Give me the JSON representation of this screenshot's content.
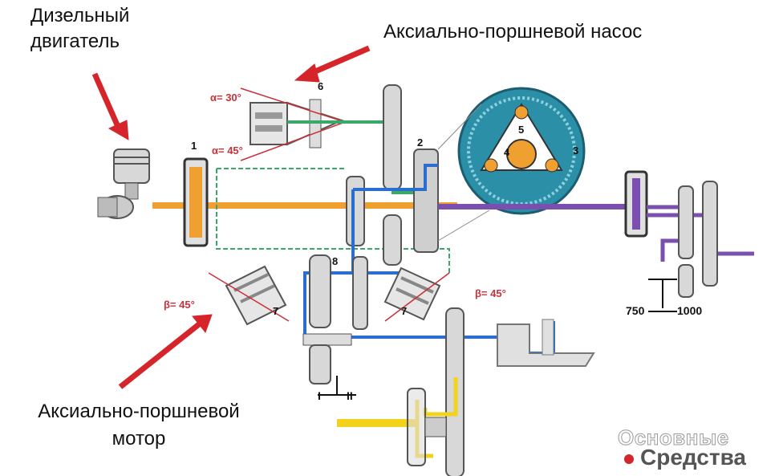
{
  "labels": {
    "diesel_engine": "Дизельный\nдвигатель",
    "axial_pump": "Аксиально-поршневой насос",
    "axial_motor": "Аксиально-поршневой\nмотор"
  },
  "part_numbers": [
    "1",
    "2",
    "3",
    "4",
    "5",
    "6",
    "7",
    "7",
    "8"
  ],
  "angles": {
    "alpha_30": "α= 30°",
    "alpha_45": "α= 45°",
    "beta_left": "β= 45°",
    "beta_right": "β= 45°"
  },
  "speed_ticks": {
    "low": "750",
    "high": "1000"
  },
  "gear_marks": {
    "one": "I",
    "two": "II"
  },
  "logo": {
    "top": "Основные",
    "bottom": "Средства"
  },
  "colors": {
    "orange": "#f0a030",
    "green": "#3aa868",
    "blue": "#2a6fd0",
    "purple": "#7a4fb0",
    "yellow": "#f2d21a",
    "red_arrow": "#d6242b",
    "angle_red": "#c8323a",
    "teal_disc": "#2c8fa8"
  },
  "icons": [
    "arrow-icon",
    "piston-icon",
    "planetary-gear-icon"
  ]
}
